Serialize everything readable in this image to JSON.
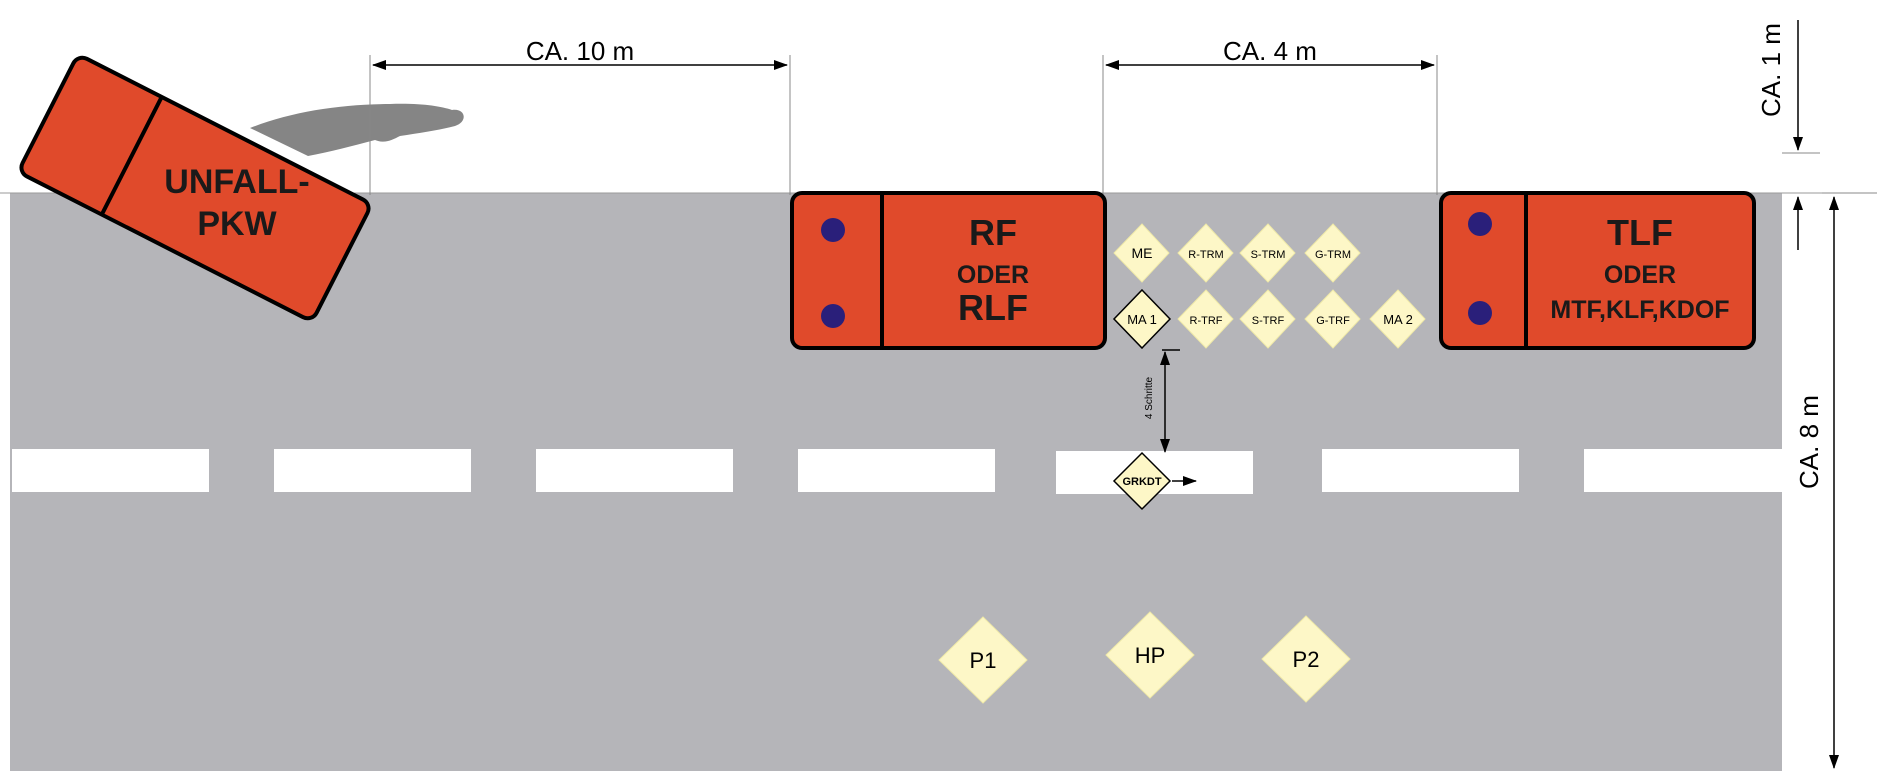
{
  "dimensions": {
    "distance_crash_to_rf": "CA. 10 m",
    "distance_rf_to_tlf": "CA. 4 m",
    "side_offset": "CA. 1 m",
    "road_width": "CA. 8 m"
  },
  "vehicles": {
    "crash_car": {
      "line1": "UNFALL-",
      "line2": "PKW"
    },
    "rf": {
      "line1": "RF",
      "line2": "ODER",
      "line3": "RLF"
    },
    "tlf": {
      "line1": "TLF",
      "line2": "ODER",
      "line3": "MTF,KLF,KDOF"
    }
  },
  "crew_positions": {
    "row1": [
      "ME",
      "R-TRM",
      "S-TRM",
      "G-TRM"
    ],
    "row2": [
      "MA 1",
      "R-TRF",
      "S-TRF",
      "G-TRF",
      "MA 2"
    ]
  },
  "leader": {
    "label": "GRKDT",
    "steps_label": "4 Schritte"
  },
  "ground_points": [
    "P1",
    "HP",
    "P2"
  ],
  "colors": {
    "road": "#b5b5b9",
    "vehicle": "#e04a2b",
    "marker": "#fdf7c7",
    "beacon": "#2a1f7a",
    "oil": "#858585"
  }
}
